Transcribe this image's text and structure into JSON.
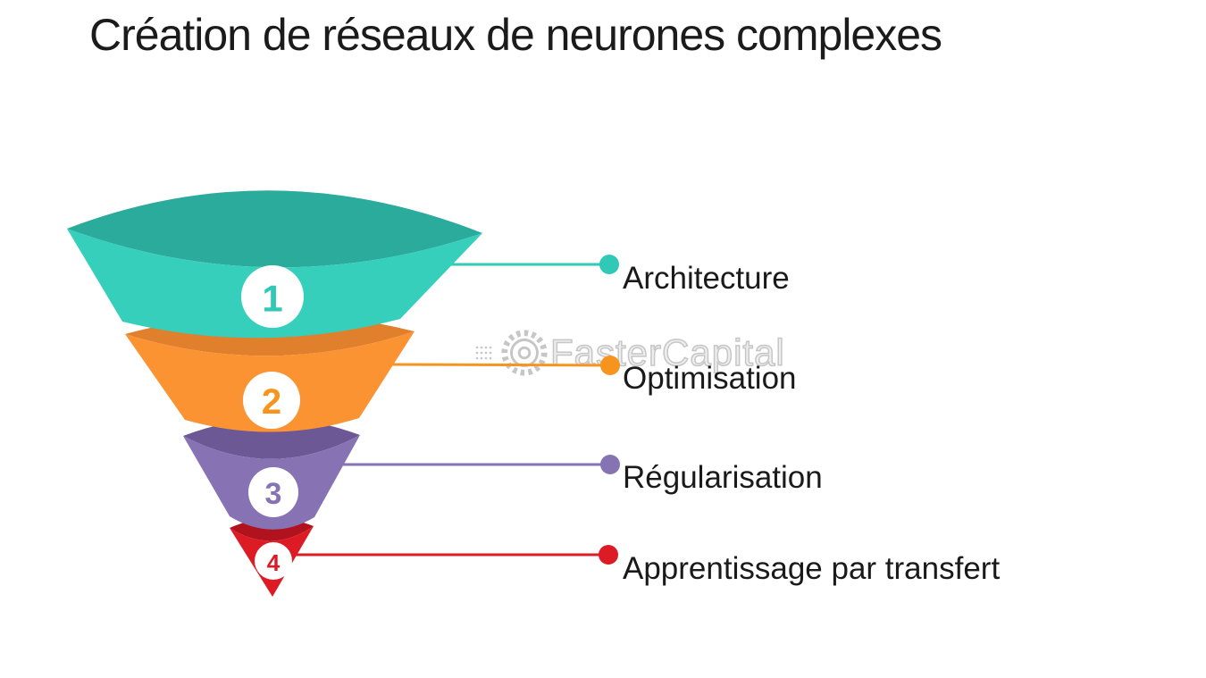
{
  "title": "Création de réseaux de neurones complexes",
  "title_color": "#1b1b1b",
  "background": "#ffffff",
  "watermark": {
    "text": "FasterCapital",
    "color": "#c6c6c6",
    "icon": "gear-icon"
  },
  "funnel": {
    "type": "funnel-infographic",
    "label_color": "#1a1a1a",
    "stages": [
      {
        "number": "1",
        "label": "Architecture",
        "color": "#35cfbc",
        "dark_color": "#2aab9b",
        "accent": "#2fc9b6"
      },
      {
        "number": "2",
        "label": "Optimisation",
        "color": "#fb9333",
        "dark_color": "#e0802c",
        "accent": "#f7941e"
      },
      {
        "number": "3",
        "label": "Régularisation",
        "color": "#8772b4",
        "dark_color": "#6b5894",
        "accent": "#8673b3"
      },
      {
        "number": "4",
        "label": "Apprentissage par transfert",
        "color": "#dd1b25",
        "dark_color": "#b0121e",
        "accent": "#dd1b25"
      }
    ]
  }
}
